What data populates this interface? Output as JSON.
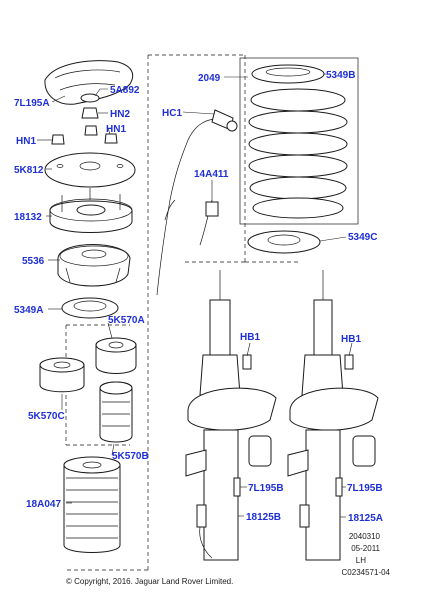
{
  "callouts": [
    {
      "id": "5A892",
      "label": "5A892"
    },
    {
      "id": "7L195A",
      "label": "7L195A"
    },
    {
      "id": "HN2",
      "label": "HN2"
    },
    {
      "id": "HN1a",
      "label": "HN1"
    },
    {
      "id": "HN1b",
      "label": "HN1"
    },
    {
      "id": "5K812",
      "label": "5K812"
    },
    {
      "id": "18132",
      "label": "18132"
    },
    {
      "id": "5536",
      "label": "5536"
    },
    {
      "id": "5349A",
      "label": "5349A"
    },
    {
      "id": "5K570A",
      "label": "5K570A"
    },
    {
      "id": "5K570C",
      "label": "5K570C"
    },
    {
      "id": "5K570B",
      "label": "5K570B"
    },
    {
      "id": "18A047",
      "label": "18A047"
    },
    {
      "id": "2049",
      "label": "2049"
    },
    {
      "id": "5349B",
      "label": "5349B"
    },
    {
      "id": "HC1",
      "label": "HC1"
    },
    {
      "id": "14A411",
      "label": "14A411"
    },
    {
      "id": "5349C",
      "label": "5349C"
    },
    {
      "id": "HB1a",
      "label": "HB1"
    },
    {
      "id": "HB1b",
      "label": "HB1"
    },
    {
      "id": "7L195B_a",
      "label": "7L195B"
    },
    {
      "id": "7L195B_b",
      "label": "7L195B"
    },
    {
      "id": "18125B",
      "label": "18125B"
    },
    {
      "id": "18125A",
      "label": "18125A"
    }
  ],
  "doc_ref": {
    "code": "2040310",
    "date": "05-2011",
    "side": "LH",
    "figure": "C0234571-04"
  },
  "copyright": "© Copyright, 2016. Jaguar Land Rover Limited.",
  "colors": {
    "callout": "#1f2fd6",
    "line": "#1a1a1a"
  }
}
